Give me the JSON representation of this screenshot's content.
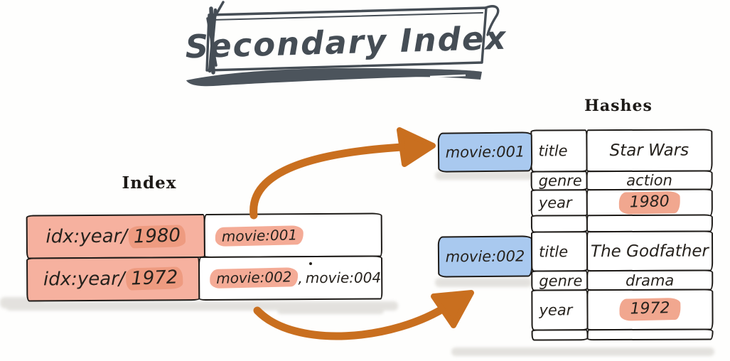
{
  "banner": {
    "title": "Secondary Index"
  },
  "index_section": {
    "label": "Index",
    "rows": [
      {
        "key_prefix": "idx:year/",
        "key_value": "1980",
        "refs": [
          {
            "text": "movie:001",
            "highlighted": true
          }
        ]
      },
      {
        "key_prefix": "idx:year/",
        "key_value": "1972",
        "separator": ",",
        "refs": [
          {
            "text": "movie:002",
            "highlighted": true
          },
          {
            "text": "movie:004",
            "highlighted": false
          }
        ]
      }
    ]
  },
  "hashes_section": {
    "label": "Hashes",
    "entries": [
      {
        "key": "movie:001",
        "fields": [
          {
            "name": "title",
            "value": "Star Wars",
            "highlighted": false
          },
          {
            "name": "genre",
            "value": "action",
            "highlighted": false
          },
          {
            "name": "year",
            "value": "1980",
            "highlighted": true
          }
        ]
      },
      {
        "key": "movie:002",
        "fields": [
          {
            "name": "title",
            "value": "The Godfather",
            "highlighted": false
          },
          {
            "name": "genre",
            "value": "drama",
            "highlighted": false
          },
          {
            "name": "year",
            "value": "1972",
            "highlighted": true
          }
        ]
      }
    ]
  },
  "colors": {
    "ink": "#26221d",
    "banner_ink": "#454d55",
    "arrow_orange": "#c96f1f",
    "index_key_bg": "#f6b19f",
    "index_year_highlight": "#ee9b80",
    "ref_highlight": "#f4ab96",
    "hash_year_highlight": "#f1a78f",
    "hash_key_bg": "#a9c9ef"
  }
}
